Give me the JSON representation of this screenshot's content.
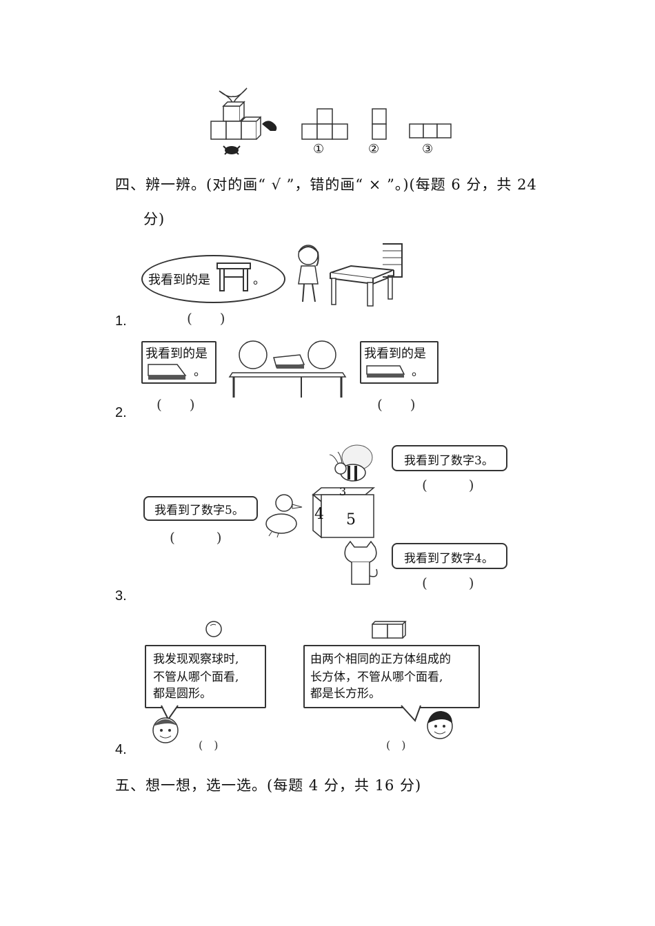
{
  "top_figure": {
    "view_labels": [
      "①",
      "②",
      "③"
    ]
  },
  "section4": {
    "heading_line1": "四、辨一辨。(对的画“ √ ”，错的画“ × ”。)(每题 6 分，共 24",
    "heading_line2": "分)"
  },
  "q1": {
    "number": "1.",
    "bubble_text": "我看到的是",
    "bubble_end": "。",
    "answer_paren": "(　　)"
  },
  "q2": {
    "number": "2.",
    "left_bubble_text": "我看到的是",
    "left_bubble_end": "。",
    "right_bubble_text": "我看到的是",
    "right_bubble_end": "。",
    "left_paren": "(　　)",
    "right_paren": "(　　)"
  },
  "q3": {
    "number": "3.",
    "bee_text": "我看到了数字3。",
    "duck_text": "我看到了数字5。",
    "cat_text": "我看到了数字4。",
    "bee_paren": "(　　　)",
    "duck_paren": "(　　　)",
    "cat_paren": "(　　　)",
    "cube_top": "3",
    "cube_left": "4",
    "cube_front": "5"
  },
  "q4": {
    "number": "4.",
    "left_lines": [
      "我发现观察球时,",
      "不管从哪个面看,",
      "都是圆形。"
    ],
    "right_lines": [
      "由两个相同的正方体组成的",
      "长方体，不管从哪个面看,",
      "都是长方形。"
    ],
    "left_paren": "(　)",
    "right_paren": "(　)"
  },
  "section5": {
    "heading": "五、想一想，选一选。(每题 4 分，共 16 分)"
  }
}
